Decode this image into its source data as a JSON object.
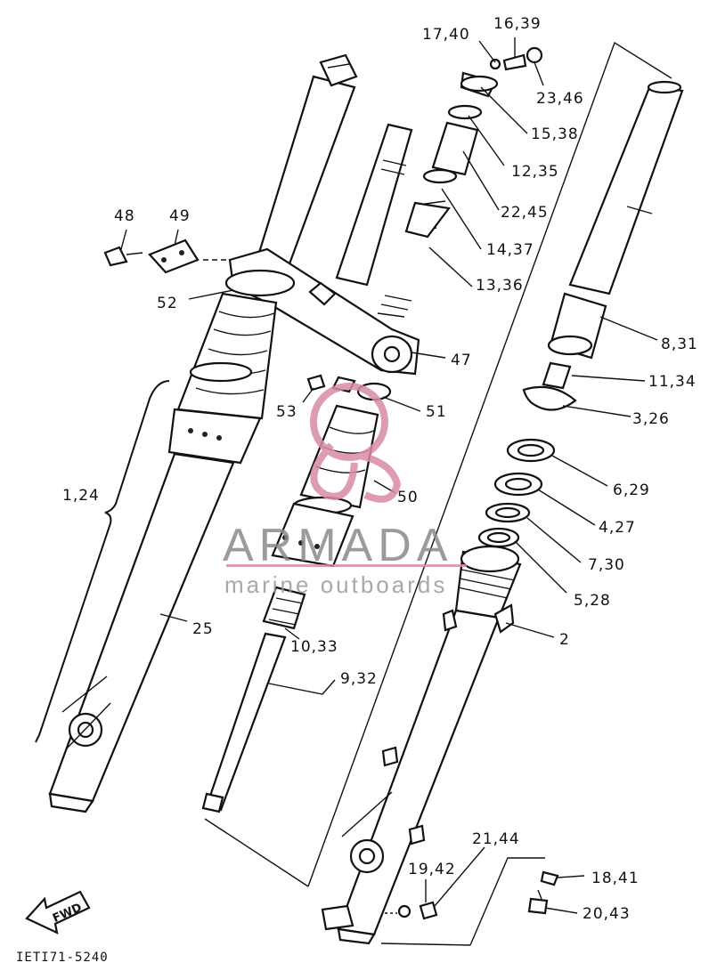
{
  "diagram": {
    "labels": [
      {
        "id": "17-40",
        "text": "17,40"
      },
      {
        "id": "16-39",
        "text": "16,39"
      },
      {
        "id": "23-46",
        "text": "23,46"
      },
      {
        "id": "15-38",
        "text": "15,38"
      },
      {
        "id": "12-35",
        "text": "12,35"
      },
      {
        "id": "22-45",
        "text": "22,45"
      },
      {
        "id": "14-37",
        "text": "14,37"
      },
      {
        "id": "13-36",
        "text": "13,36"
      },
      {
        "id": "48",
        "text": "48"
      },
      {
        "id": "49",
        "text": "49"
      },
      {
        "id": "52",
        "text": "52"
      },
      {
        "id": "47",
        "text": "47"
      },
      {
        "id": "53",
        "text": "53"
      },
      {
        "id": "51",
        "text": "51"
      },
      {
        "id": "50",
        "text": "50"
      },
      {
        "id": "1-24",
        "text": "1,24"
      },
      {
        "id": "25",
        "text": "25"
      },
      {
        "id": "10-33",
        "text": "10,33"
      },
      {
        "id": "9-32",
        "text": "9,32"
      },
      {
        "id": "8-31",
        "text": "8,31"
      },
      {
        "id": "11-34",
        "text": "11,34"
      },
      {
        "id": "3-26",
        "text": "3,26"
      },
      {
        "id": "6-29",
        "text": "6,29"
      },
      {
        "id": "4-27",
        "text": "4,27"
      },
      {
        "id": "7-30",
        "text": "7,30"
      },
      {
        "id": "5-28",
        "text": "5,28"
      },
      {
        "id": "2",
        "text": "2"
      },
      {
        "id": "21-44",
        "text": "21,44"
      },
      {
        "id": "19-42",
        "text": "19,42"
      },
      {
        "id": "18-41",
        "text": "18,41"
      },
      {
        "id": "20-43",
        "text": "20,43"
      }
    ],
    "fwd_arrow_text": "FWD",
    "drawing_code": "IETI71-5240"
  },
  "watermark": {
    "title": "ARMADA",
    "subtitle": "marine outboards",
    "logo_color": "#d98aa8",
    "text_color": "#8a8a8a"
  }
}
